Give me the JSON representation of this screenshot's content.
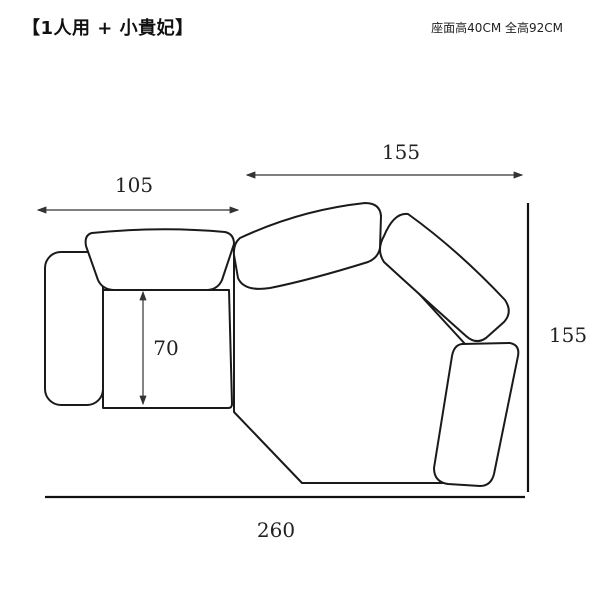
{
  "header": {
    "title": "【1人用 + 小貴妃】",
    "spec": "座面高40CM 全高92CM"
  },
  "dimensions": {
    "seat_width": "105",
    "chaise_width": "155",
    "chaise_depth": "155",
    "seat_depth": "70",
    "total_width": "260"
  },
  "colors": {
    "outline": "#1a1a1a",
    "fill": "#ffffff",
    "text": "#222222"
  }
}
